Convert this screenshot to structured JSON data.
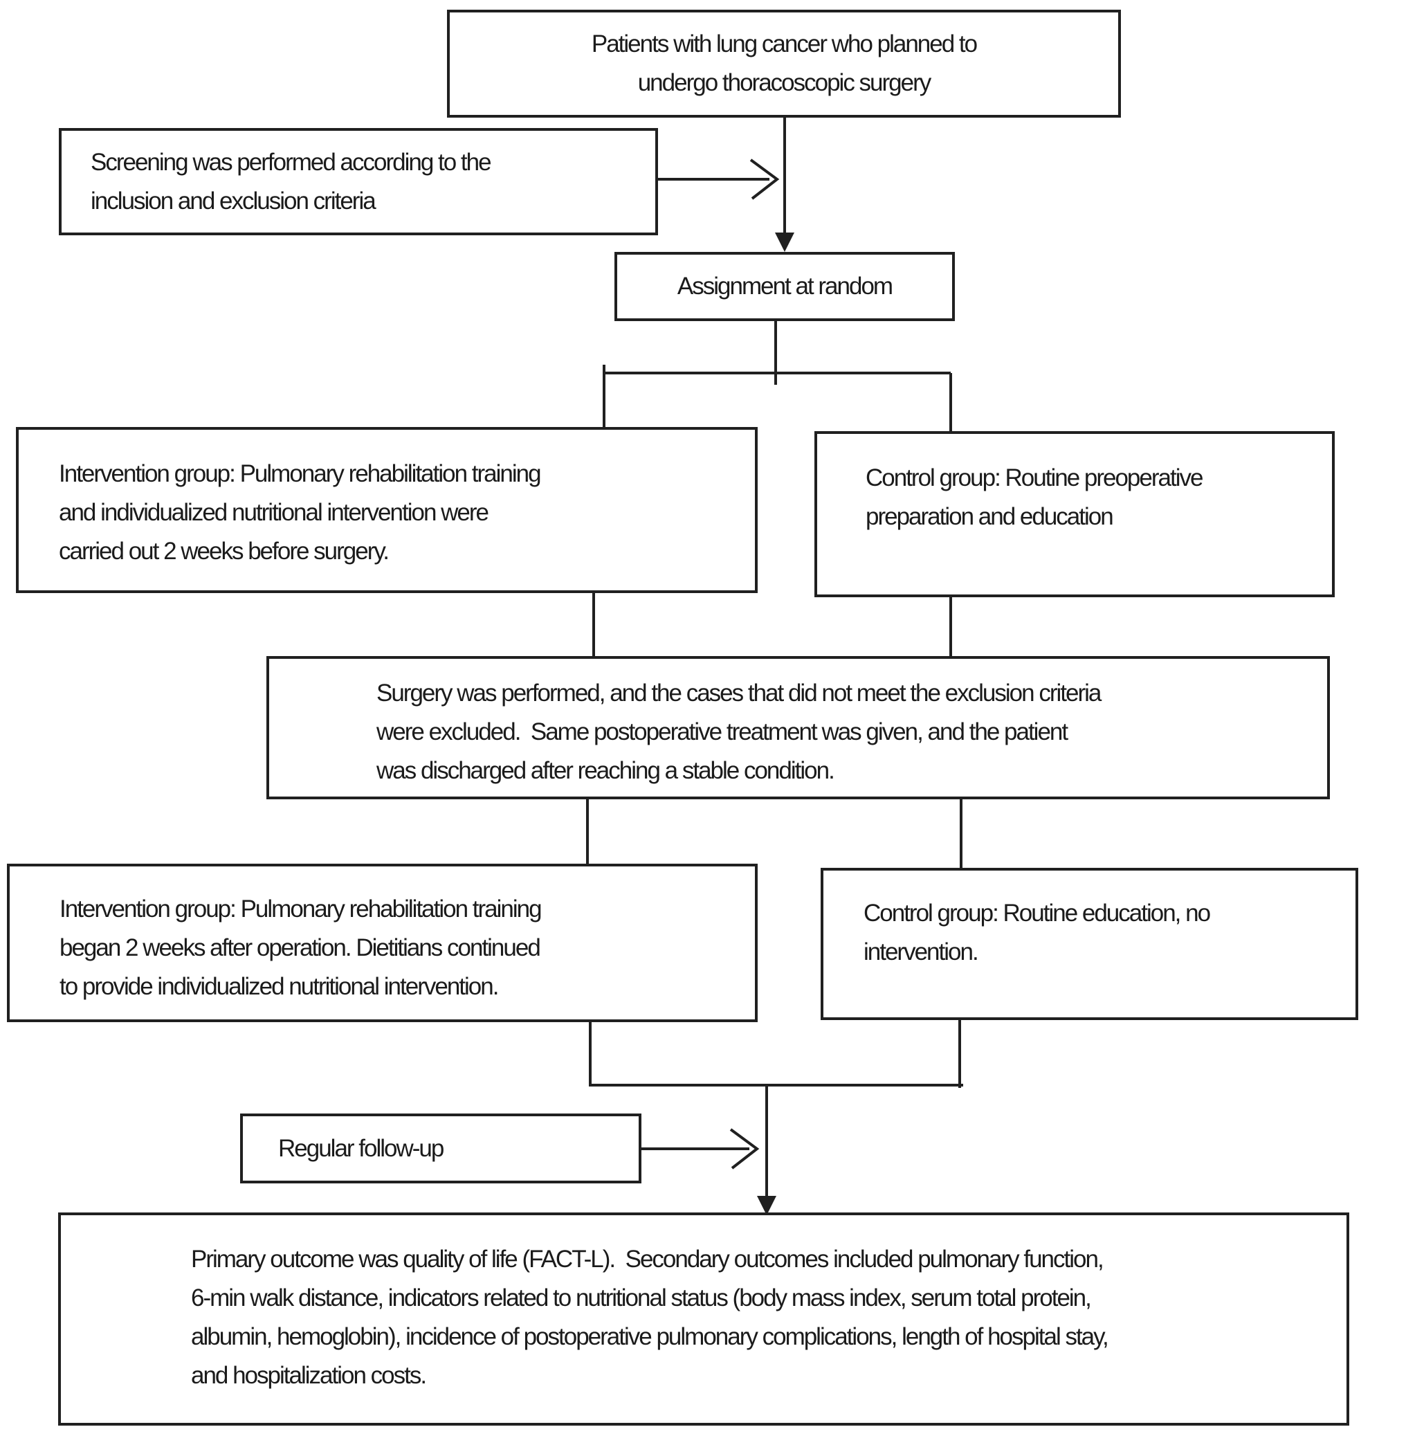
{
  "figure_type": "flowchart",
  "colors": {
    "line": "#202020",
    "text": "#1b1b1b",
    "background": "#ffffff",
    "box_fill": "#ffffff"
  },
  "nodes": {
    "patients": {
      "lines": [
        "Patients with lung cancer who planned to",
        "undergo thoracoscopic surgery"
      ]
    },
    "screening": {
      "lines": [
        "Screening was performed according to the",
        "inclusion and exclusion criteria"
      ]
    },
    "assignment": {
      "lines": [
        "Assignment at random"
      ]
    },
    "intervention_pre": {
      "lines": [
        "Intervention group: Pulmonary rehabilitation training",
        "and individualized nutritional intervention were",
        "carried out 2 weeks before surgery."
      ]
    },
    "control_pre": {
      "lines": [
        "Control group: Routine preoperative",
        "preparation and education"
      ]
    },
    "surgery": {
      "lines": [
        "Surgery was performed, and the cases that did not meet the exclusion criteria",
        "were excluded.  Same postoperative treatment was given, and the patient",
        "was discharged after reaching a stable condition."
      ]
    },
    "intervention_post": {
      "lines": [
        "Intervention group: Pulmonary rehabilitation training",
        "began 2 weeks after operation. Dietitians continued",
        "to provide individualized nutritional intervention."
      ]
    },
    "control_post": {
      "lines": [
        "Control group: Routine education, no",
        "intervention."
      ]
    },
    "follow_up": {
      "lines": [
        "Regular follow-up"
      ]
    },
    "outcomes": {
      "lines": [
        "Primary outcome was quality of life (FACT-L).  Secondary outcomes included pulmonary function,",
        "6-min walk distance, indicators related to nutritional status (body mass index, serum total protein,",
        "albumin, hemoglobin), incidence of postoperative pulmonary complications, length of hospital stay,",
        "and hospitalization costs."
      ]
    }
  }
}
